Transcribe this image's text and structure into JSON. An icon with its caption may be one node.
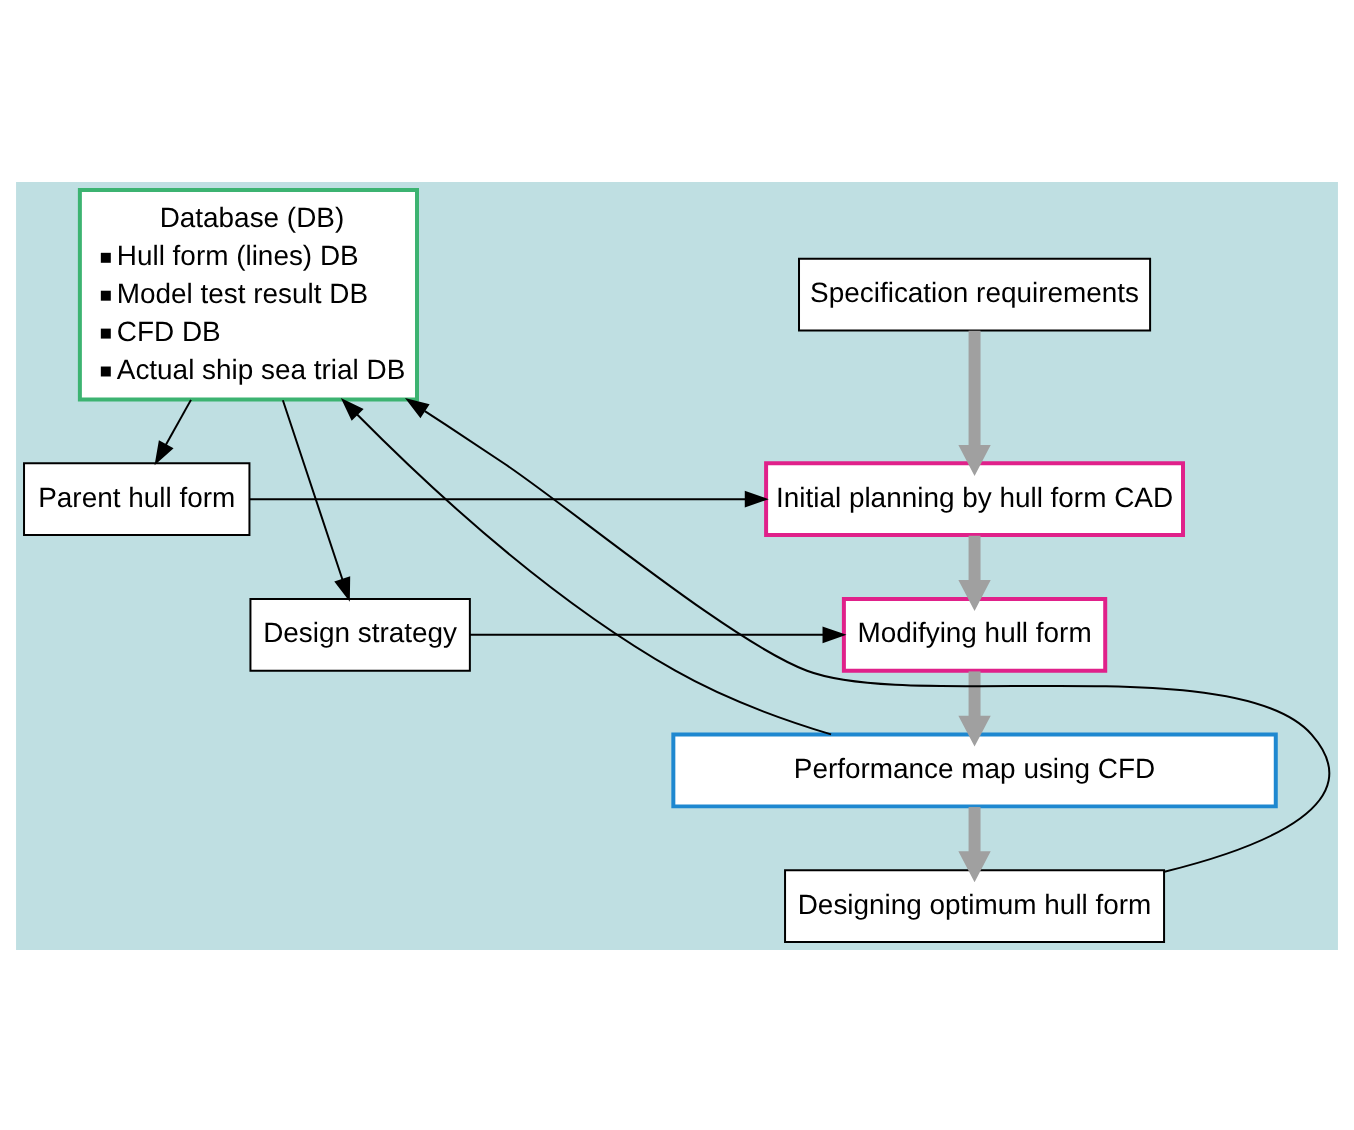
{
  "diagram": {
    "nodes": [
      {
        "text": [
          "Database (DB)",
          "Hull form (lines) DB",
          "Model test result DB",
          "CFD DB",
          "Actual ship sea trial DB"
        ]
      },
      {
        "text": [
          "Specification requirements"
        ]
      },
      {
        "text": [
          "Initial planning by hull form CAD"
        ]
      },
      {
        "text": [
          "Parent hull form"
        ]
      },
      {
        "text": [
          "Modifying hull form"
        ]
      },
      {
        "text": [
          "Design strategy"
        ]
      },
      {
        "text": [
          "Performance map using CFD"
        ]
      },
      {
        "text": [
          "Designing optimum hull form"
        ]
      }
    ],
    "edges": [
      {
        "from": 1,
        "to": 2,
        "arrow": "to",
        "style": "thick",
        "color": "#a0a0a0"
      },
      {
        "from": 2,
        "to": 4,
        "arrow": "to",
        "style": "thick",
        "color": "#a0a0a0"
      },
      {
        "from": 4,
        "to": 6,
        "arrow": "to",
        "style": "thick",
        "color": "#a0a0a0"
      },
      {
        "from": 6,
        "to": 7,
        "arrow": "to",
        "style": "thick",
        "color": "#a0a0a0"
      },
      {
        "from": 0,
        "to": 3,
        "arrow": "to"
      },
      {
        "from": 3,
        "to": 2,
        "arrow": "to"
      },
      {
        "from": 0,
        "to": 5,
        "arrow": "to"
      },
      {
        "from": 5,
        "to": 4,
        "arrow": "to"
      },
      {
        "from": 6,
        "to": 0,
        "arrow": "to"
      },
      {
        "from": 7,
        "to": 0,
        "arrow": "to"
      }
    ]
  }
}
